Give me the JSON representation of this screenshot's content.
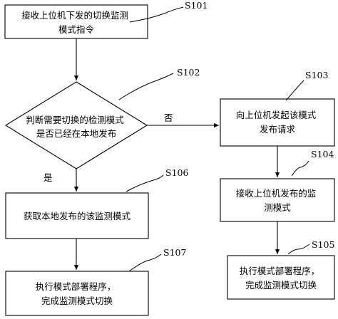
{
  "nodes": {
    "s101": {
      "step": "S101",
      "lines": [
        "接收上位机下发的切换监测",
        "模式指令"
      ]
    },
    "s102": {
      "step": "S102",
      "lines": [
        "判断需要切换的检测模式",
        "是否已经在本地发布"
      ]
    },
    "s103": {
      "step": "S103",
      "lines": [
        "向上位机发起该模式",
        "发布请求"
      ]
    },
    "s104": {
      "step": "S104",
      "lines": [
        "接收上位机发布的监",
        "测模式"
      ]
    },
    "s105": {
      "step": "S105",
      "lines": [
        "执行模式部署程序，",
        "完成监测模式切换"
      ]
    },
    "s106": {
      "step": "S106",
      "lines": [
        "获取本地发布的该监测模式"
      ]
    },
    "s107": {
      "step": "S107",
      "lines": [
        "执行模式部署程序，",
        "完成监测模式切换"
      ]
    }
  },
  "edges": {
    "yes_label": "是",
    "no_label": "否"
  }
}
